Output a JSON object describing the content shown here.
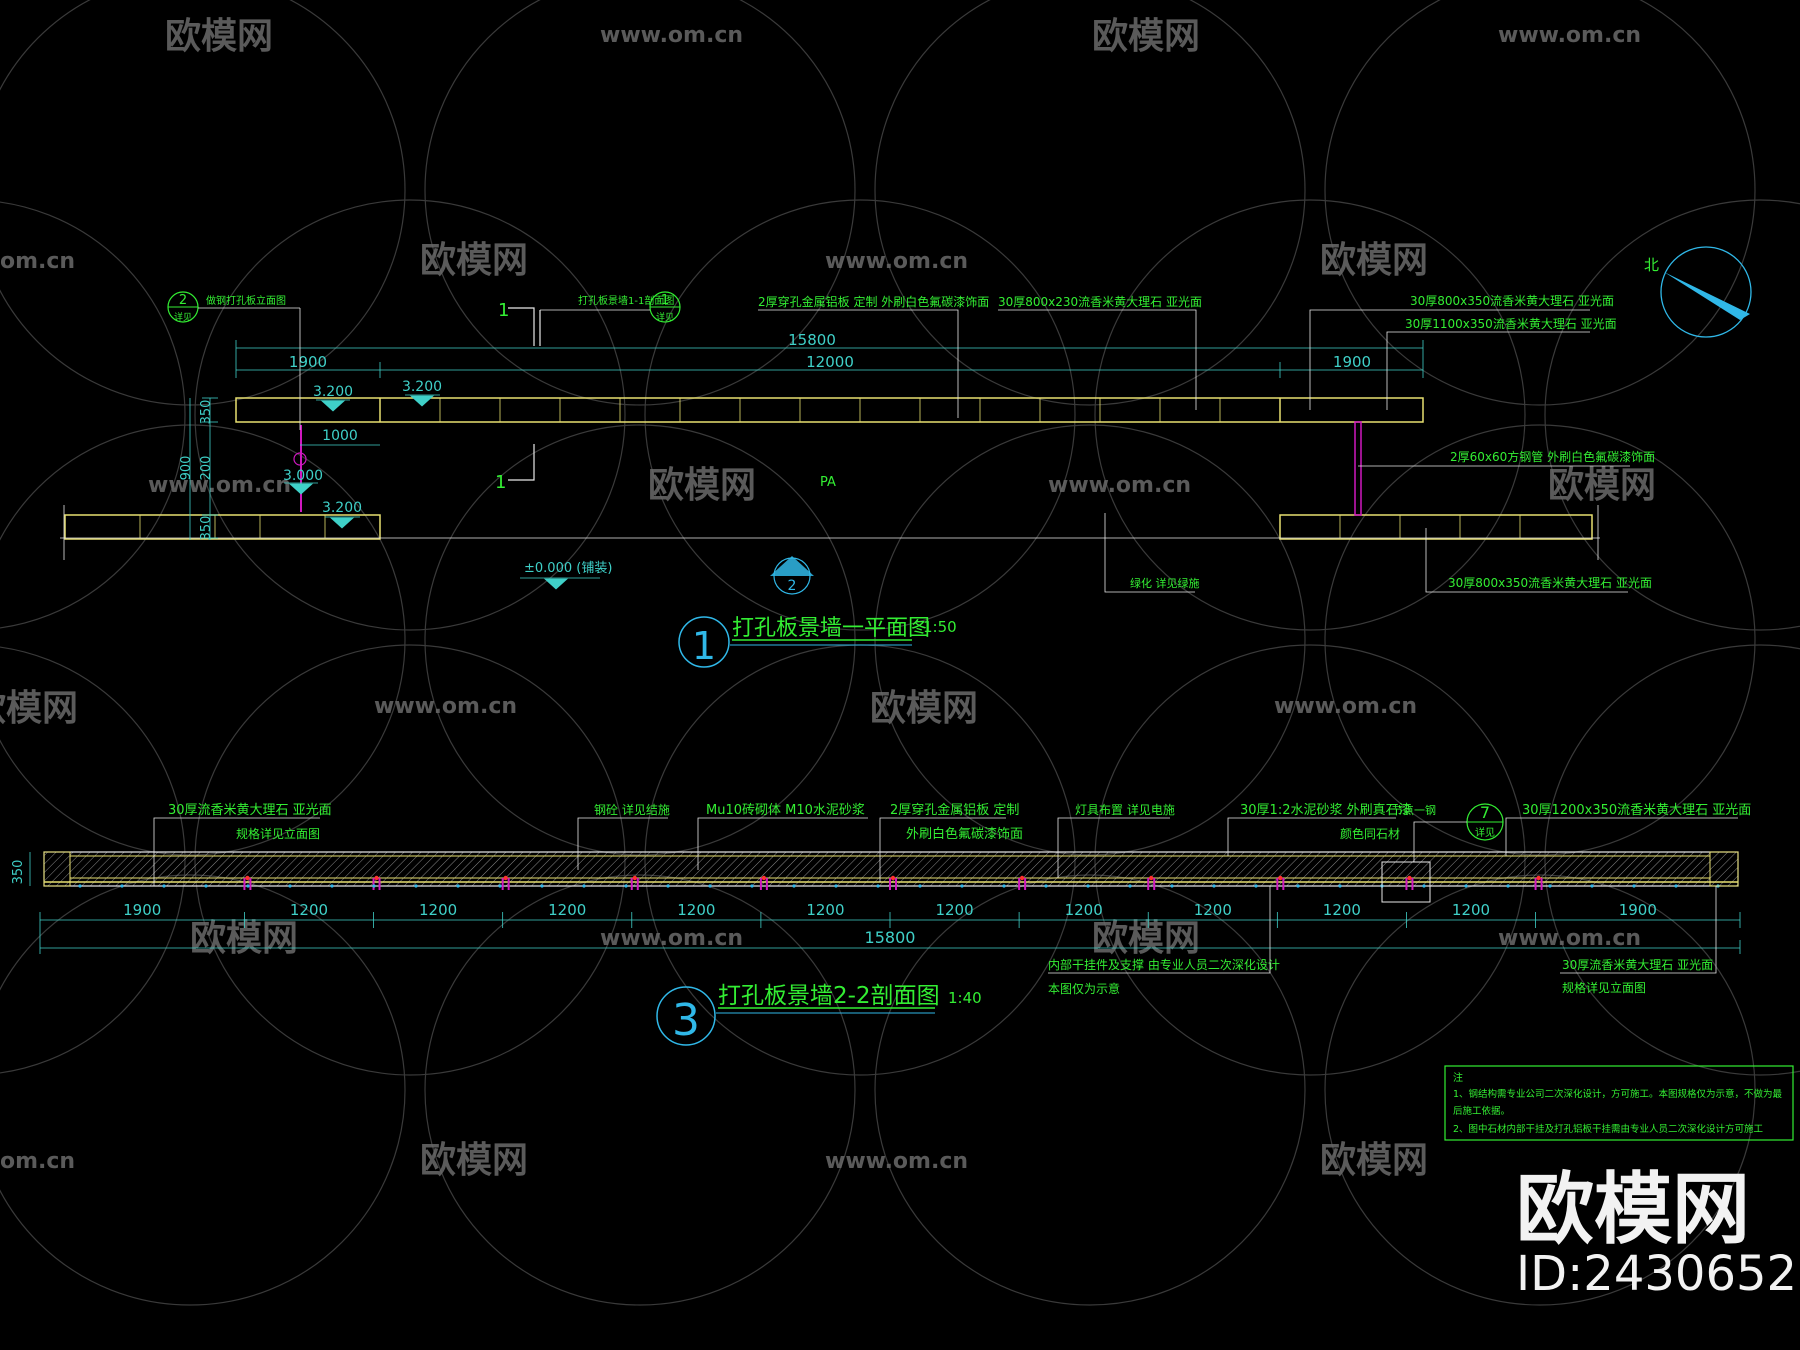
{
  "colors": {
    "background": "#000000",
    "wall_outline": "#e8e070",
    "dimension": "#3fd0c8",
    "annotation": "#33ee33",
    "leader": "#e8e8e8",
    "steel": "#d018c0",
    "marker": "#30b8e8",
    "title_ring": "#30b8e8",
    "hatch": "#8a8a8a",
    "watermark": "#6a6a6a"
  },
  "watermark": {
    "brand": "欧模网",
    "site": "www.om.cn",
    "id": "ID:2430652",
    "site_partial": "om.cn"
  },
  "plan": {
    "title": "打孔板景墙一平面图",
    "scale": "1:50",
    "number": "1",
    "dims": {
      "total": "15800",
      "left": "1900",
      "middle": "12000",
      "right": "1900",
      "offset": "1000",
      "v_top": "350",
      "v_mid": "200",
      "v_total": "900",
      "v_bottom": "350"
    },
    "levels": {
      "l1": "3.200",
      "l2": "3.200",
      "l3": "3.000",
      "l4": "3.200",
      "ground": "±0.000 (铺装)"
    },
    "labels": {
      "left_ref": "做钢打孔板立面图",
      "ref_a_num": "2",
      "ref_a_sub": "详见",
      "mid_ref": "打孔板景墙1-1剖面图",
      "ref_b_num": "1",
      "ref_b_sub": "详见",
      "section_num": "1",
      "metal_plate": "2厚穿孔金属铝板  定制  外刷白色氟碳漆饰面",
      "marble_top": "30厚800x230流香米黄大理石  亚光面",
      "marble_r1": "30厚800x350流香米黄大理石  亚光面",
      "marble_r2": "30厚1100x350流香米黄大理石  亚光面",
      "steel_pipe": "2厚60x60方钢管  外刷白色氟碳漆饰面",
      "green": "绿化  详见绿施",
      "marble_bottom": "30厚800x350流香米黄大理石  亚光面",
      "pa": "PA",
      "section_mark": "2",
      "north": "北"
    }
  },
  "section": {
    "title": "打孔板景墙2-2剖面图",
    "scale": "1:40",
    "number": "3",
    "dims": {
      "height": "350",
      "total": "15800",
      "segments": [
        "1900",
        "1200",
        "1200",
        "1200",
        "1200",
        "1200",
        "1200",
        "1200",
        "1200",
        "1200",
        "1200",
        "1900"
      ]
    },
    "labels": {
      "marble_left_1": "30厚流香米黄大理石  亚光面",
      "marble_left_2": "规格详见立面图",
      "rebar": "钢砼  详见结施",
      "masonry": "Mu10砖砌体  M10水泥砂浆",
      "metal_1": "2厚穿孔金属铝板  定制",
      "metal_2": "外刷白色氟碳漆饰面",
      "lamp": "灯具布置  详见电施",
      "mortar_1": "30厚1:2水泥砂浆  外刷真石漆",
      "mortar_2": "颜色同石材",
      "node": "节点一钢",
      "node_num": "7",
      "node_sub": "详见",
      "marble_right": "30厚1200x350流香米黄大理石  亚光面",
      "hanger_1": "内部干挂件及支撑  由专业人员二次深化设计",
      "hanger_2": "本图仅为示意",
      "marble_rb_1": "30厚流香米黄大理石  亚光面",
      "marble_rb_2": "规格详见立面图"
    }
  },
  "notes": {
    "heading": "注",
    "line1": "1、钢结构需专业公司二次深化设计，方可施工。本图规格仅为示意，不做为最",
    "line2": "后施工依据。",
    "line3": "2、图中石材内部干挂及打孔铝板干挂需由专业人员二次深化设计方可施工"
  }
}
